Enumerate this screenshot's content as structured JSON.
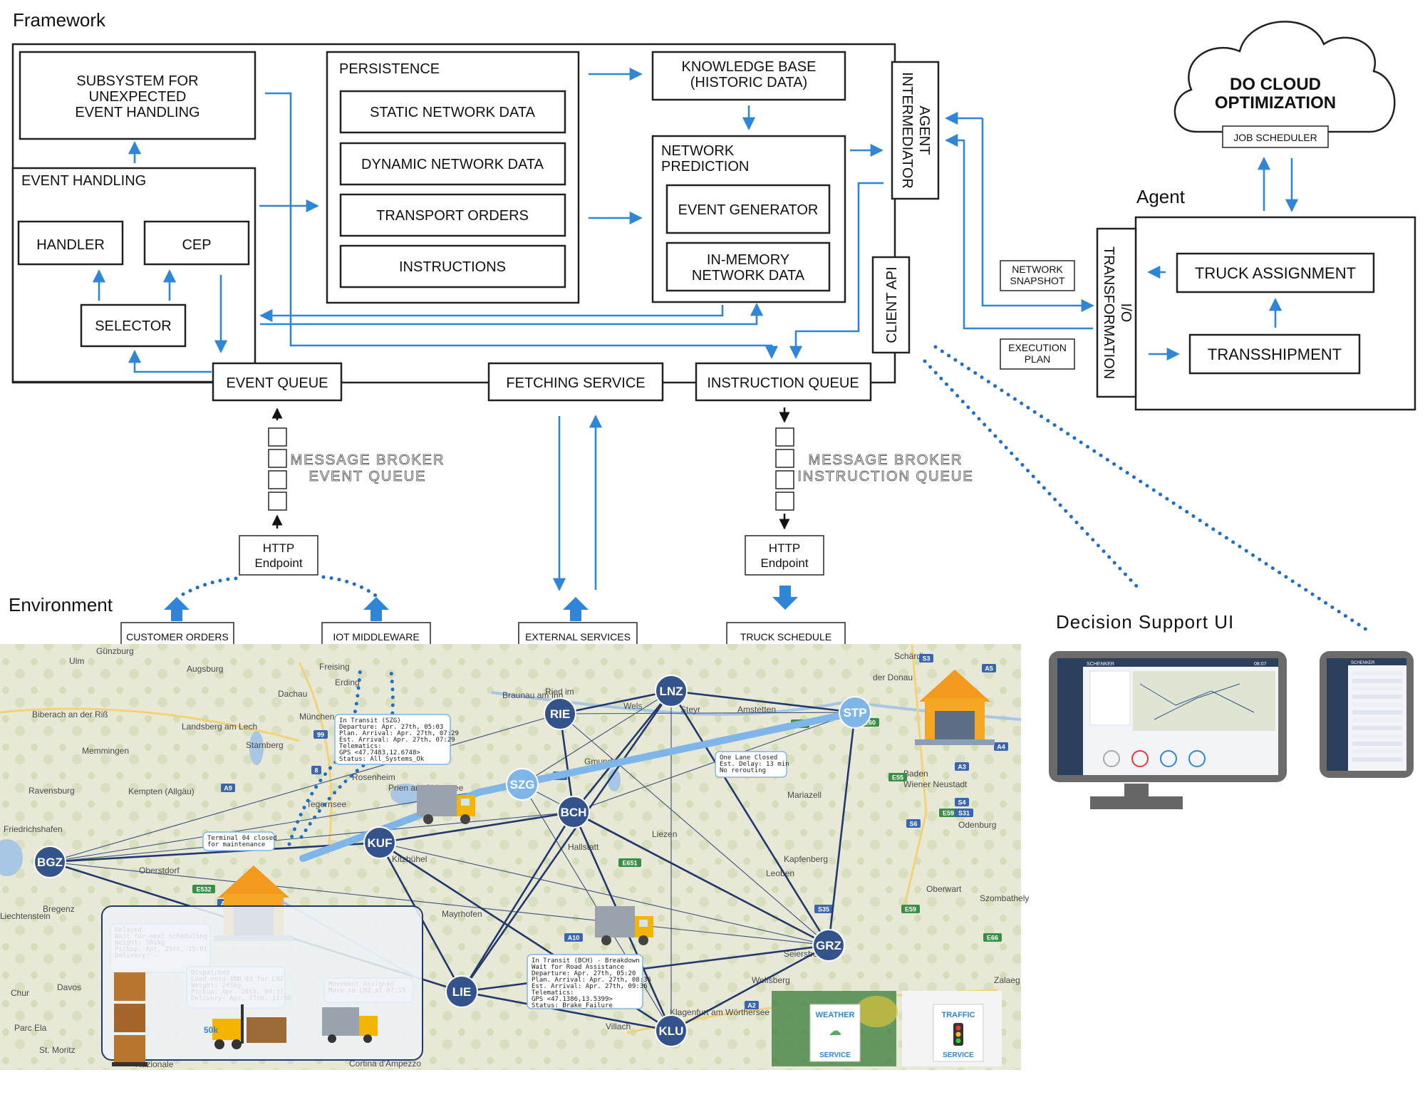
{
  "sections": {
    "framework": "Framework",
    "environment": "Environment",
    "agent": "Agent",
    "decision_ui": "Decision Support UI"
  },
  "framework": {
    "subsystem": [
      "SUBSYSTEM FOR",
      "UNEXPECTED",
      "EVENT HANDLING"
    ],
    "event_handling": "EVENT HANDLING",
    "handler": "HANDLER",
    "cep": "CEP",
    "selector": "SELECTOR",
    "persistence": "PERSISTENCE",
    "static_network": "STATIC NETWORK DATA",
    "dynamic_network": "DYNAMIC NETWORK DATA",
    "transport_orders": "TRANSPORT ORDERS",
    "instructions": "INSTRUCTIONS",
    "knowledge_base": [
      "KNOWLEDGE BASE",
      "(HISTORIC DATA)"
    ],
    "network_prediction": [
      "NETWORK",
      "PREDICTION"
    ],
    "event_generator": "EVENT GENERATOR",
    "in_memory": [
      "IN-MEMORY",
      "NETWORK DATA"
    ],
    "agent_intermediator": [
      "AGENT",
      "INTERMEDIATOR"
    ],
    "client_api": "CLIENT API",
    "event_queue": "EVENT QUEUE",
    "fetching_service": "FETCHING SERVICE",
    "instruction_queue": "INSTRUCTION QUEUE"
  },
  "broker": {
    "event": [
      "MESSAGE BROKER",
      "EVENT QUEUE"
    ],
    "instruction": [
      "MESSAGE BROKER",
      "INSTRUCTION QUEUE"
    ],
    "http_left": [
      "HTTP",
      "Endpoint"
    ],
    "http_right": [
      "HTTP",
      "Endpoint"
    ]
  },
  "cloud": {
    "title": [
      "DO CLOUD",
      "OPTIMIZATION"
    ],
    "job_scheduler": "JOB SCHEDULER"
  },
  "agent": {
    "io_transformation": [
      "I/O",
      "TRANSFORMATION"
    ],
    "truck_assignment": "TRUCK ASSIGNMENT",
    "transshipment": "TRANSSHIPMENT",
    "network_snapshot": [
      "NETWORK",
      "SNAPSHOT"
    ],
    "execution_plan": [
      "EXECUTION",
      "PLAN"
    ]
  },
  "environment": {
    "customer_orders": "CUSTOMER ORDERS",
    "iot_middleware": "IOT MIDDLEWARE",
    "external_services": "EXTERNAL SERVICES",
    "truck_schedule": "TRUCK SCHEDULE"
  },
  "map": {
    "nodes": [
      {
        "id": "LNZ"
      },
      {
        "id": "RIE"
      },
      {
        "id": "STP"
      },
      {
        "id": "SZG"
      },
      {
        "id": "BCH"
      },
      {
        "id": "KUF"
      },
      {
        "id": "BGZ"
      },
      {
        "id": "GRZ"
      },
      {
        "id": "LIE"
      },
      {
        "id": "KLU"
      }
    ],
    "places": [
      "Ulm",
      "Augsburg",
      "München",
      "Rosenheim",
      "Dachau",
      "Freising",
      "Erding",
      "Landsberg am Lech",
      "Starnberg",
      "Memmingen",
      "Kempten (Allgäu)",
      "Ravensburg",
      "Biberach an der Riß",
      "Tegernsee",
      "Kitzbühel",
      "Oberstdorf",
      "Mayrhofen",
      "Braunau am Inn",
      "Ried im",
      "Wels",
      "Steyr",
      "Gmunden",
      "Hallstatt",
      "Liezen",
      "Kapfenberg",
      "Leoben",
      "Mariazell",
      "Baden",
      "Wiener Neustadt",
      "Oberwart",
      "Szombathely",
      "Zalaeg",
      "Villach",
      "Klagenfurt am Wörthersee",
      "Wolfsberg",
      "Davos",
      "Chur",
      "St. Moritz",
      "Parc Ela",
      "Nazionale",
      "Cortina d'Ampezzo",
      "Odenburg",
      "Prien am Chiemsee",
      "Schärding",
      "der Donau",
      "Amstetten",
      "Günzburg",
      "Friedrichshafen",
      "Liechtenstein",
      "Bregenz",
      "Seiersberg"
    ],
    "callouts": {
      "szg": [
        "In Transit (SZG)",
        "Departure:     Apr. 27th, 05:03",
        "Plan. Arrival: Apr. 27th, 07:29",
        "Est. Arrival:  Apr. 27th, 07:29",
        "Telematics:",
        "GPS <47.7483,12.6748>",
        "Status: All_Systems_Ok"
      ],
      "stp": [
        "One Lane Closed",
        "Est. Delay: 13 min",
        "No rerouting"
      ],
      "terminal": [
        "Terminal 04 closed",
        "for maintenance"
      ],
      "bch": [
        "In Transit (BCH) - Breakdown",
        "Wait for Road Assistance",
        "Departure:     Apr. 27th, 05:20",
        "Plan. Arrival: Apr. 27th, 08:36",
        "Est. Arrival:  Apr. 27th, 09:36",
        "Telematics:",
        "GPS <47.1386,13.5399>",
        "Status: Brake_Failure"
      ],
      "delayed": [
        "Delayed",
        "Wait for next scheduling",
        "Weight: 501kg",
        "Pickup:   Apr. 25th, 15:01",
        "Delivery: -"
      ],
      "dispatched": [
        "Dispatched",
        "Load onto INN_03 for LNZ",
        "Weight: 243kg",
        "Pickup:   Apr. 26th, 09:37",
        "Delivery: Apr. 27th, 14:50"
      ],
      "movement": [
        "Movement Assigned",
        "Move to LNZ at 07:15"
      ]
    },
    "forklift_label": "50k",
    "weather": [
      "WEATHER",
      "SERVICE"
    ],
    "traffic": [
      "TRAFFIC",
      "SERVICE"
    ],
    "road_badges": [
      "99",
      "8",
      "A1",
      "A10",
      "A9",
      "E60",
      "E55",
      "E651",
      "S35",
      "E59",
      "A2",
      "E66",
      "E60",
      "A4",
      "A3",
      "S6",
      "E59",
      "S31",
      "S4",
      "A5",
      "S3",
      "E532",
      "A12"
    ]
  },
  "dashboard": {
    "brand": "SCHENKER",
    "clock": "08:07"
  },
  "colors": {
    "accent": "#2f86d6",
    "node_dark": "#33538a",
    "node_light": "#7fb6ea",
    "warehouse": "#f39a1e",
    "map_bg": "#e8e6d8"
  }
}
